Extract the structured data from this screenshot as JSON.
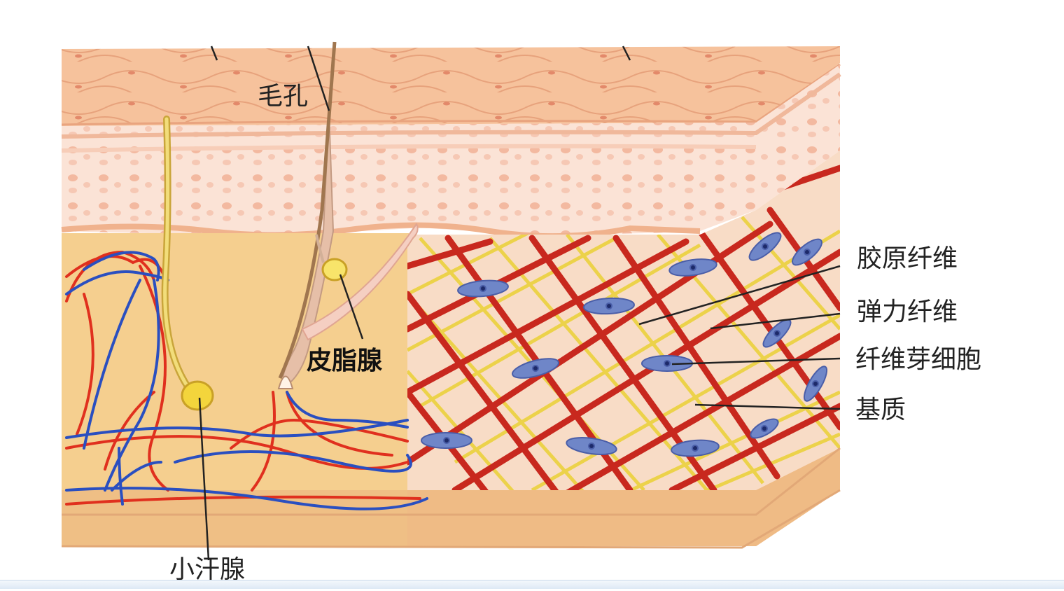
{
  "labels": {
    "pore": "毛孔",
    "sebaceous_gland": "皮脂腺",
    "sweat_gland": "小汗腺",
    "collagen_fiber": "胶原纤维",
    "elastic_fiber": "弹力纤维",
    "fibroblast": "纤维芽细胞",
    "ground_substance": "基质"
  },
  "icons": {
    "fibroblast": "fibroblast-cell-icon",
    "sweat_gland": "sweat-gland-icon",
    "sebaceous_gland": "sebaceous-gland-icon"
  },
  "colors": {
    "epidermis": "#f4b98f",
    "dermis": "#f6cf8c",
    "collagen": "#c8281e",
    "elastin": "#ecd24a",
    "artery": "#e0301e",
    "vein": "#2a4fc0",
    "fibroblast": "#6f86c8"
  }
}
